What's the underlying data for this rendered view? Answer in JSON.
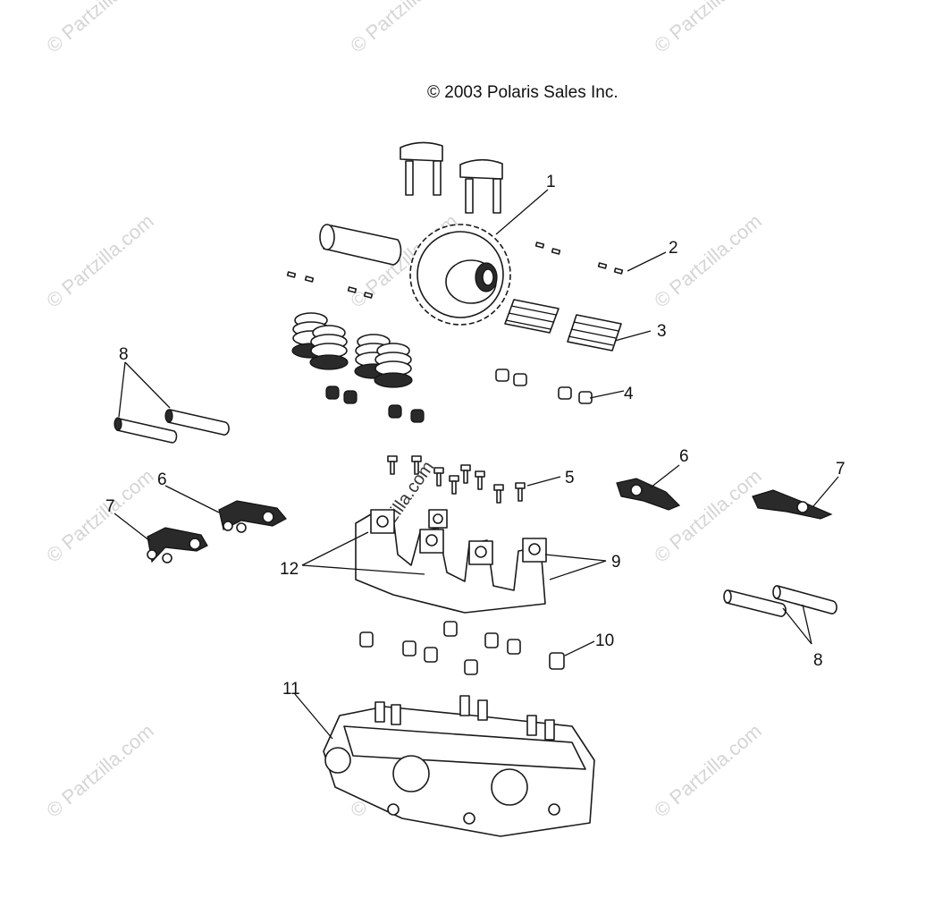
{
  "copyright": "© 2003 Polaris Sales Inc.",
  "watermark": "© Partzilla.com",
  "watermark_center": "© partzilla.com",
  "colors": {
    "ink": "#111111",
    "watermark": "#c8c8c8",
    "background": "#ffffff"
  },
  "callouts": {
    "c1": "1",
    "c2": "2",
    "c3": "3",
    "c4": "4",
    "c5": "5",
    "c6a": "6",
    "c6b": "6",
    "c7a": "7",
    "c7b": "7",
    "c8a": "8",
    "c8b": "8",
    "c9": "9",
    "c10": "10",
    "c11": "11",
    "c12": "12"
  }
}
